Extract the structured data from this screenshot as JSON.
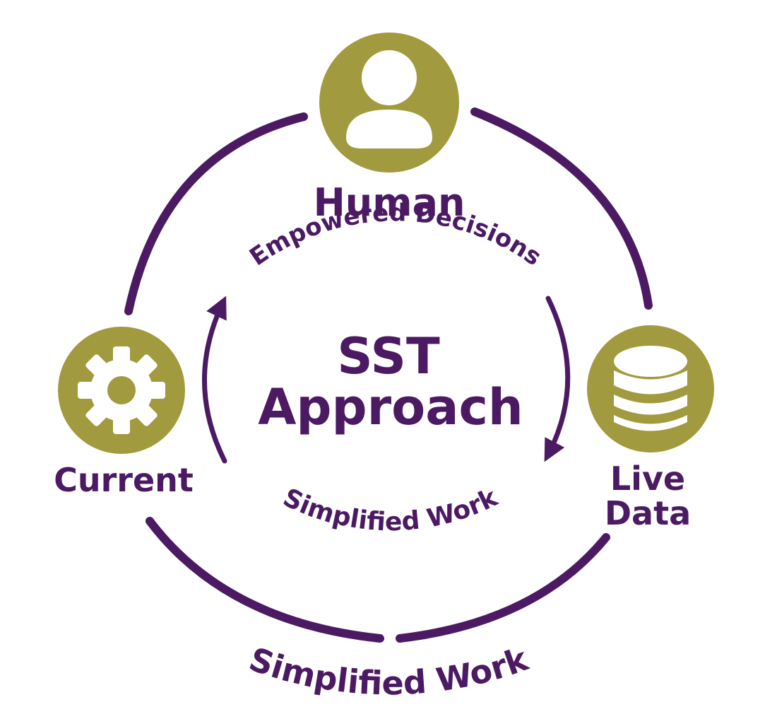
{
  "colors": {
    "purple": "#4b1a63",
    "olive": "#a29a3e",
    "background": "#ffffff"
  },
  "center": {
    "line1": "SST",
    "line2": "Approach"
  },
  "nodes": [
    {
      "id": "human",
      "title": "Human",
      "icon": "person-icon"
    },
    {
      "id": "current",
      "title": "Current",
      "icon": "gear-icon"
    },
    {
      "id": "live-data",
      "title_line1": "Live",
      "title_line2": "Data",
      "icon": "database-icon"
    }
  ],
  "arc_labels": {
    "top_inner": "Empowered Decisions",
    "bottom_inner": "Simplified Work",
    "bottom_outer": "Simplified Work"
  }
}
